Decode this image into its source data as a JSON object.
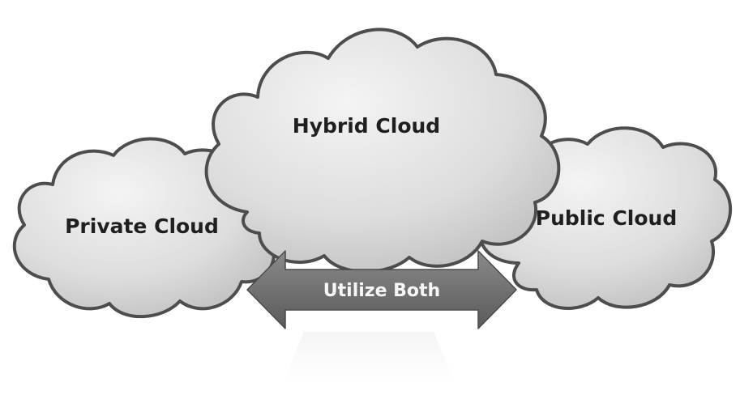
{
  "diagram": {
    "clouds": {
      "private": {
        "label": "Private Cloud"
      },
      "hybrid": {
        "label": "Hybrid Cloud"
      },
      "public": {
        "label": "Public Cloud"
      }
    },
    "arrow": {
      "label": "Utilize Both"
    }
  },
  "colors": {
    "cloud_fill_light": "#f4f4f4",
    "cloud_fill_dark": "#bdbdbd",
    "cloud_outline": "#4d4d4d",
    "arrow_fill": "#6e6e6e",
    "label_text": "#1f1f1f",
    "arrow_text": "#f7f7f7"
  }
}
